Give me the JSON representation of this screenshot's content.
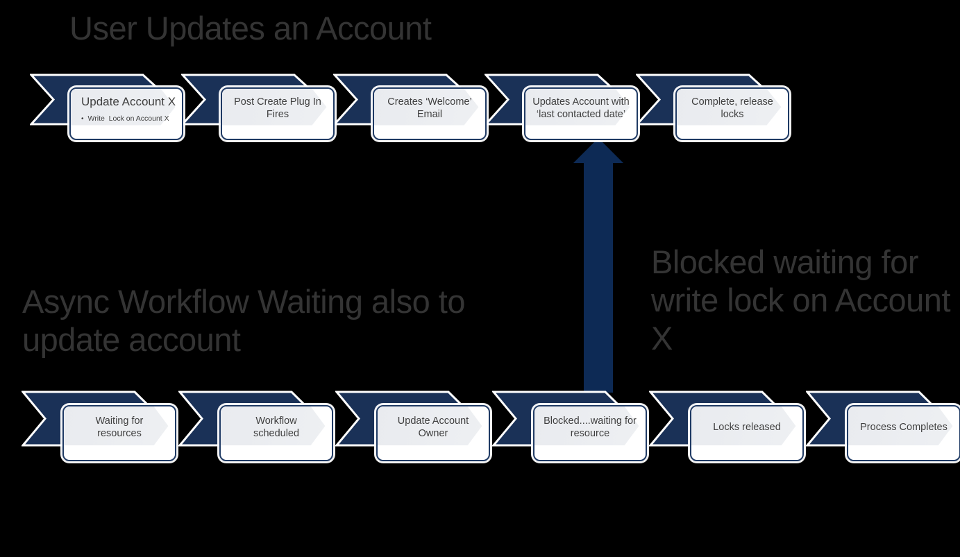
{
  "colors": {
    "background": "#000000",
    "chevron": "#1a3157",
    "box_border": "#1f3a64",
    "box_fill": "#ffffff",
    "box_shade": "#e9ebef",
    "arrow": "#0d2a55",
    "heading_text": "#343434",
    "box_text": "#3f3f3f"
  },
  "diagram": {
    "top_section": {
      "title": "User Updates an Account",
      "steps": [
        {
          "title": "Update Account X",
          "bullet_marker": "•",
          "bullet": "Write  Lock on Account X"
        },
        {
          "label": "Post Create Plug In Fires"
        },
        {
          "label": "Creates ‘Welcome’ Email"
        },
        {
          "label": "Updates Account with ‘last contacted date’"
        },
        {
          "label": "Complete, release locks"
        }
      ]
    },
    "bottom_section": {
      "title": "Async Workflow Waiting also to update account",
      "steps": [
        {
          "label": "Waiting for resources"
        },
        {
          "label": "Workflow scheduled"
        },
        {
          "label": "Update Account Owner"
        },
        {
          "label": "Blocked....waiting for resource"
        },
        {
          "label": "Locks released"
        },
        {
          "label": "Process Completes"
        }
      ]
    },
    "annotation": {
      "text": "Blocked waiting for write lock on Account X"
    }
  }
}
